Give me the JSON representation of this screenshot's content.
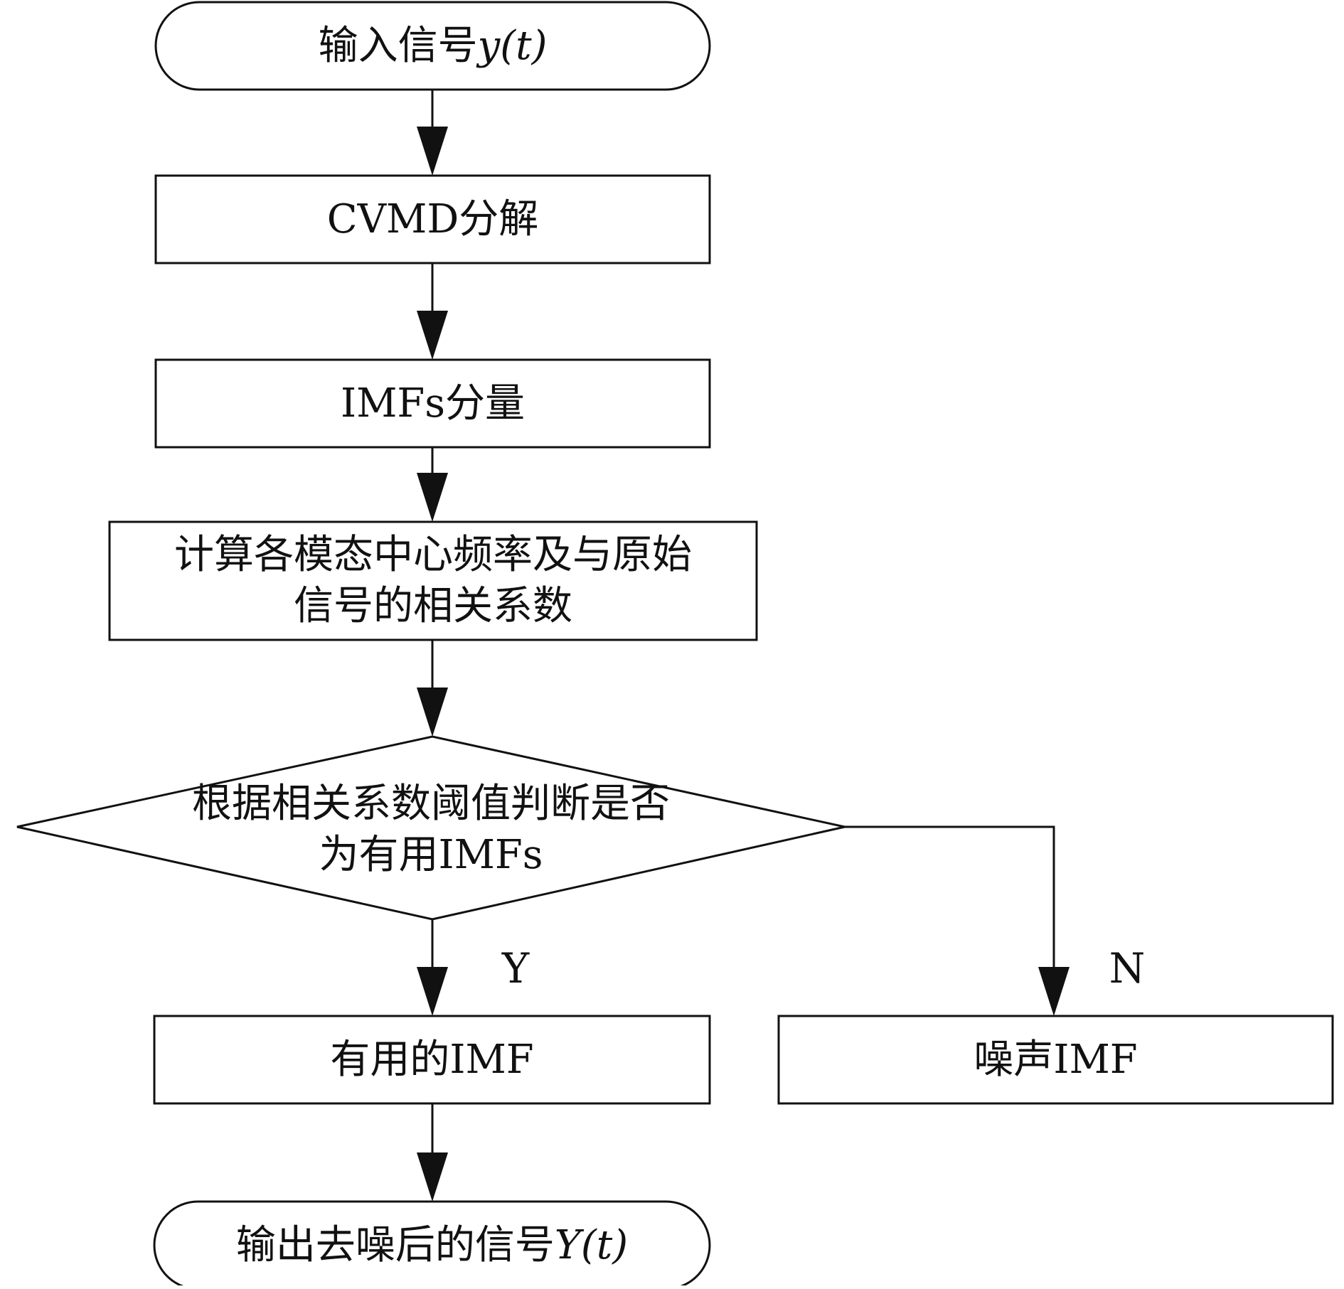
{
  "nodes": {
    "start": {
      "text": "输入信号",
      "math": "y(t)"
    },
    "cvmd": {
      "text": "CVMD分解"
    },
    "imfs": {
      "text": "IMFs分量"
    },
    "compute": {
      "line1": "计算各模态中心频率及与原始",
      "line2": "信号的相关系数"
    },
    "decision": {
      "line1": "根据相关系数阈值判断是否",
      "line2": "为有用IMFs"
    },
    "useful": {
      "text": "有用的IMF"
    },
    "noise": {
      "text": "噪声IMF"
    },
    "end": {
      "text": "输出去噪后的信号",
      "math": "Y(t)"
    }
  },
  "edges": {
    "yes_label": "Y",
    "no_label": "N"
  },
  "colors": {
    "stroke": "#111111",
    "background": "#ffffff"
  }
}
